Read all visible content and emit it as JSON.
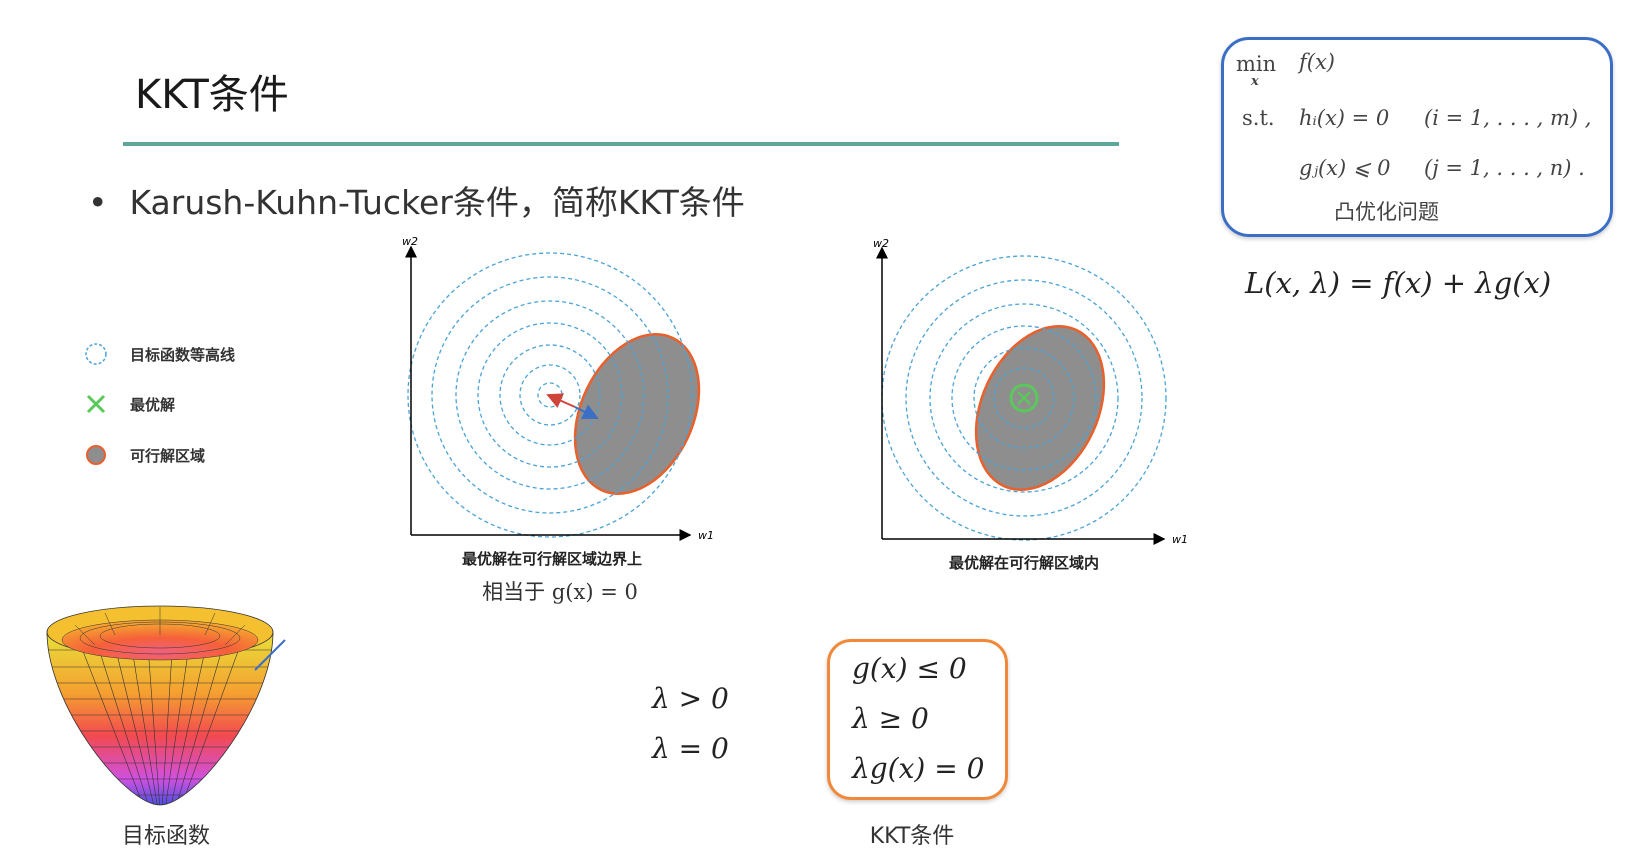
{
  "title": "KKT条件",
  "bullet": "Karush-Kuhn-Tucker条件，简称KKT条件",
  "legend": [
    {
      "icon": "dashed-circle-icon",
      "label": "目标函数等高线"
    },
    {
      "icon": "green-x-icon",
      "label": "最优解"
    },
    {
      "icon": "orange-dot-icon",
      "label": "可行解区域"
    }
  ],
  "chart1": {
    "xlabel": "w1",
    "ylabel": "w2",
    "caption": "最优解在可行解区域边界上",
    "note": "相当于 g(x) = 0"
  },
  "chart2": {
    "xlabel": "w1",
    "ylabel": "w2",
    "caption": "最优解在可行解区域内"
  },
  "problem": {
    "min": "min",
    "min_sub": "x",
    "objective": "f(x)",
    "st": "s.t.",
    "eq": "hᵢ(x) = 0",
    "eq_range": "(i = 1, . . . , m) ,",
    "ineq": "gⱼ(x) ⩽ 0",
    "ineq_range": "(j = 1, . . . , n) .",
    "label": "凸优化问题"
  },
  "lagrangian": "L(x, λ) = f(x) + λg(x)",
  "lambda_cases": [
    "λ > 0",
    "λ = 0"
  ],
  "kkt": {
    "lines": [
      "g(x) ≤ 0",
      "λ ≥ 0",
      "λg(x) = 0"
    ],
    "label": "KKT条件"
  },
  "paraboloid_label": "目标函数",
  "colors": {
    "rule": "#5ba89a",
    "contour": "#4aa3d8",
    "feasible_edge": "#e8602c",
    "feasible_fill": "#8e8e8e",
    "optimum": "#5ac85a",
    "box_blue": "#3b6fc6",
    "box_orange": "#f08a3a"
  }
}
